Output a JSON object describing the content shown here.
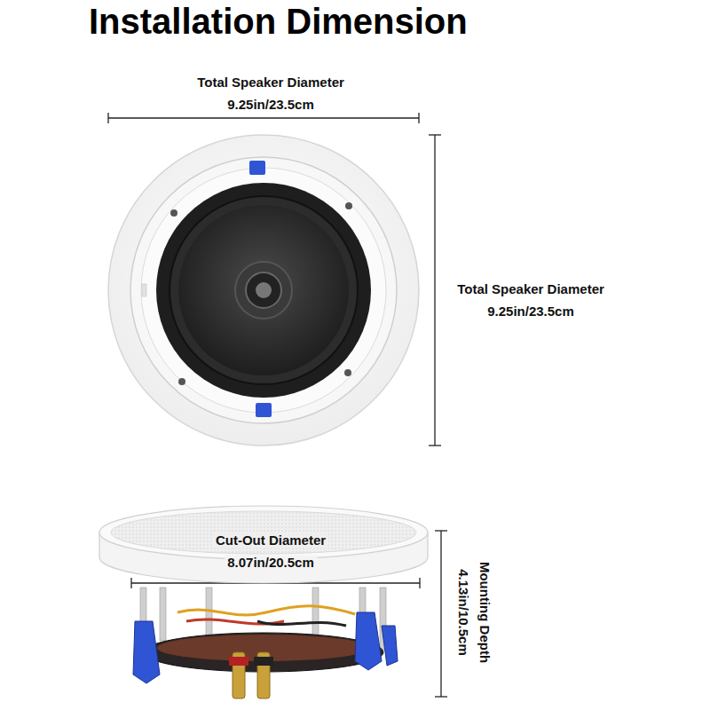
{
  "diagram": {
    "title": "Installation Dimension",
    "labels": [
      "Total Speaker Diameter",
      "9.25in/23.5cm",
      "Total Speaker Diameter",
      "9.25in/23.5cm",
      "Cut-Out Diameter",
      "8.07in/20.5cm",
      "Mounting Depth",
      "4.13in/10.5cm"
    ]
  }
}
